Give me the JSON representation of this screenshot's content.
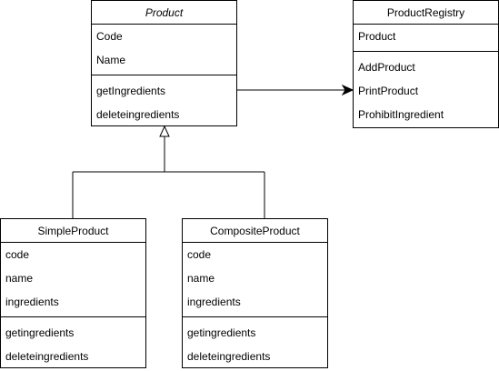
{
  "classes": {
    "product": {
      "name": "Product",
      "attributes": [
        "Code",
        "Name"
      ],
      "methods": [
        "getIngredients",
        "deleteingredients"
      ]
    },
    "registry": {
      "name": "ProductRegistry",
      "attributes": [
        "Product"
      ],
      "methods": [
        "AddProduct",
        "PrintProduct",
        "ProhibitIngredient"
      ]
    },
    "simple": {
      "name": "SimpleProduct",
      "attributes": [
        "code",
        "name",
        "ingredients"
      ],
      "methods": [
        "getingredients",
        "deleteingredients"
      ]
    },
    "composite": {
      "name": "CompositeProduct",
      "attributes": [
        "code",
        "name",
        "ingredients"
      ],
      "methods": [
        "getingredients",
        "deleteingredients"
      ]
    }
  }
}
